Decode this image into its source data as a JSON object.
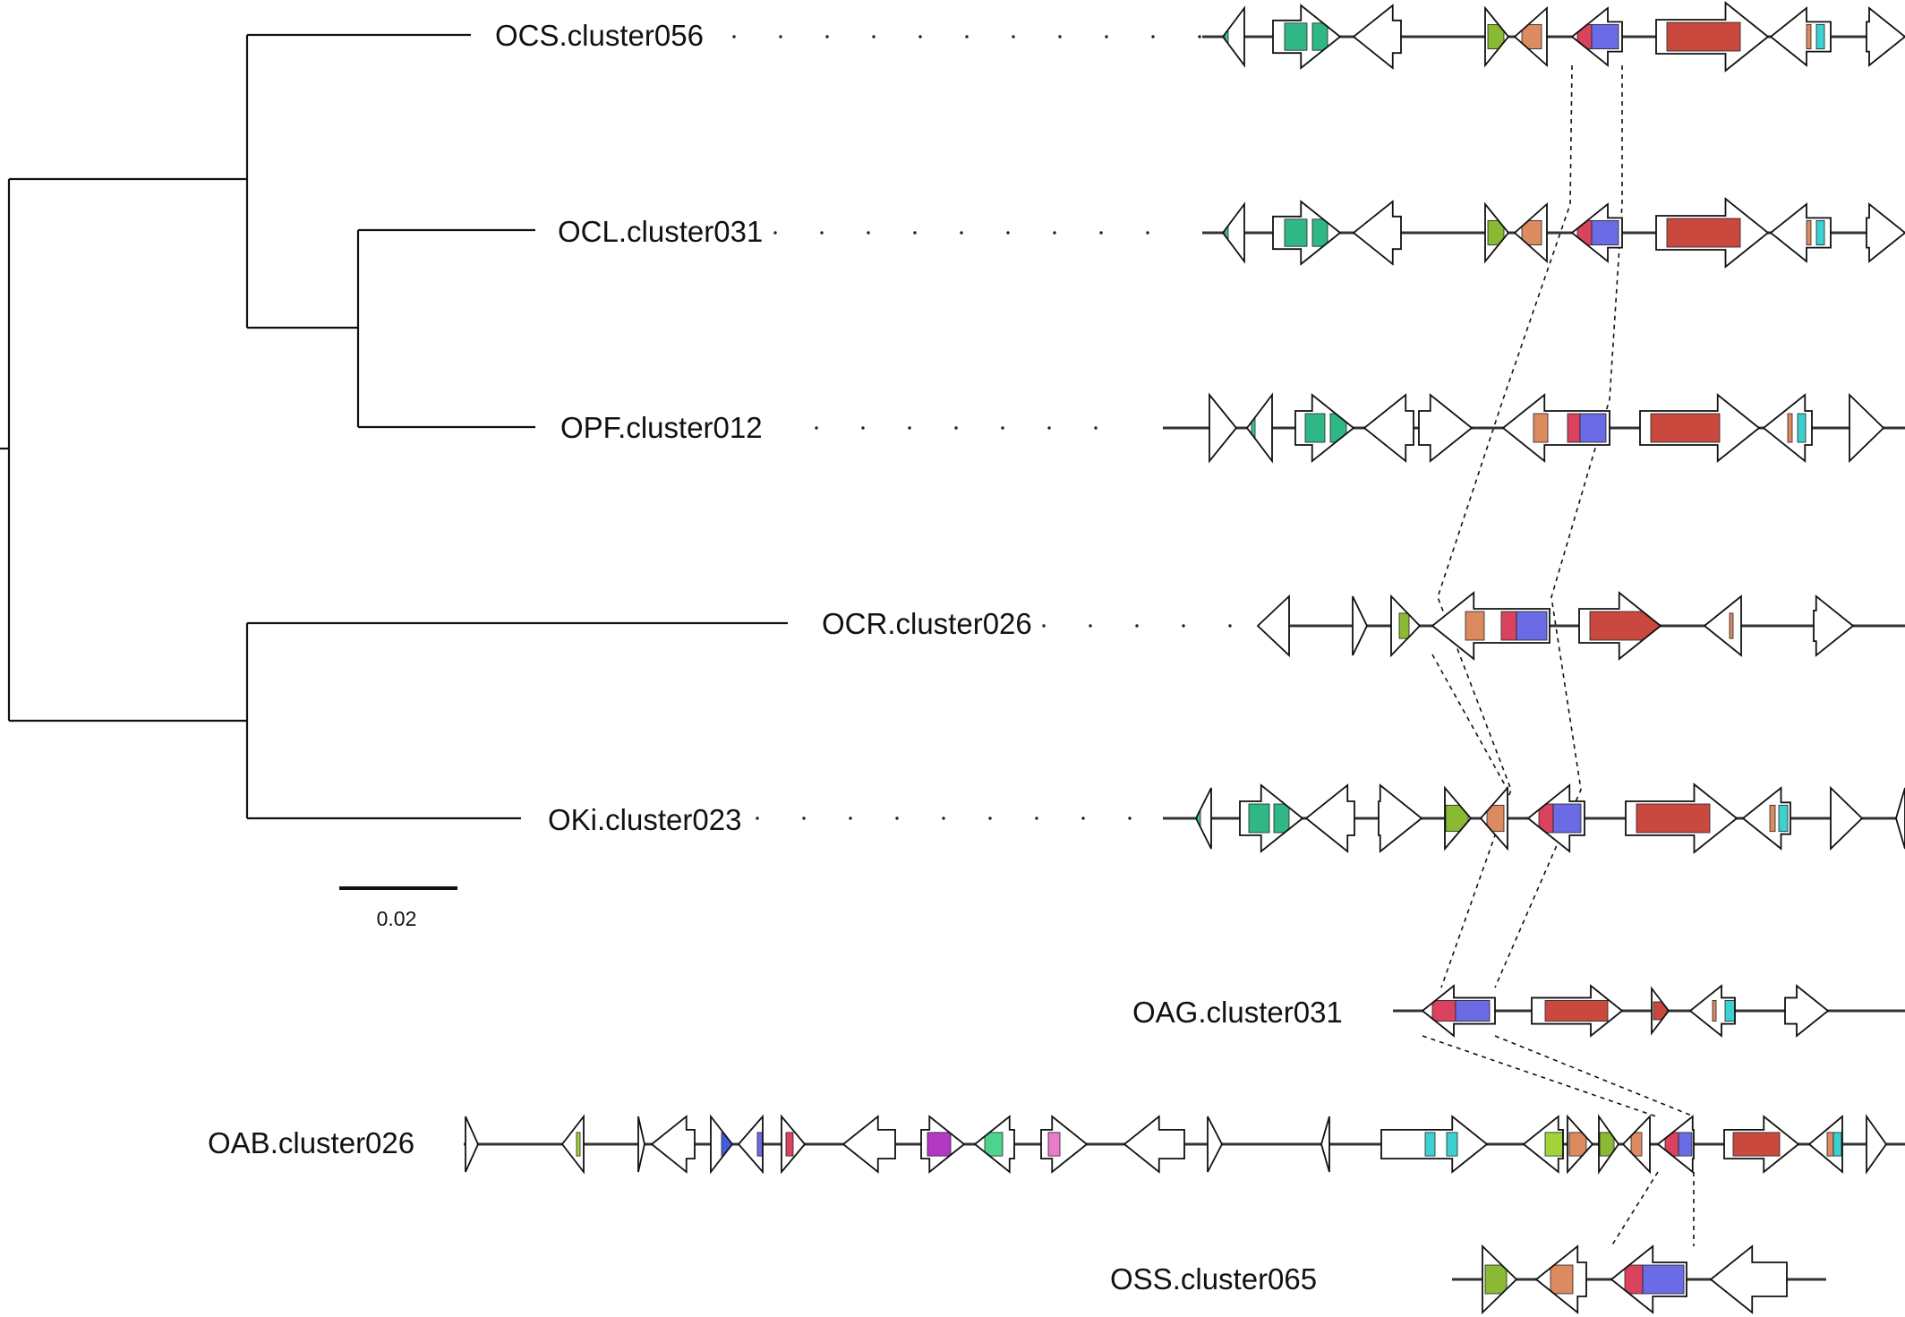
{
  "scale_bar": {
    "label": "0.02"
  },
  "colors": {
    "teal": "#3fc0a0",
    "green": "#2fb885",
    "olive": "#8ab934",
    "lime": "#a2d33b",
    "salmon": "#dc8a60",
    "red": "#c9493f",
    "crimson": "#d9435e",
    "blue": "#6b6ce5",
    "cyan": "#3cd0d0",
    "purple": "#b438c4",
    "pink": "#e97bcb",
    "mint": "#4ed38d",
    "royal": "#3f5fe0",
    "outline": "#111111",
    "fill": "#ffffff"
  },
  "clusters": [
    {
      "label": "OCS.cluster056"
    },
    {
      "label": "OCL.cluster031"
    },
    {
      "label": "OPF.cluster012"
    },
    {
      "label": "OCR.cluster026"
    },
    {
      "label": "OKi.cluster023"
    },
    {
      "label": "OAG.cluster031"
    },
    {
      "label": "OAB.cluster026"
    },
    {
      "label": "OSS.cluster065"
    }
  ]
}
